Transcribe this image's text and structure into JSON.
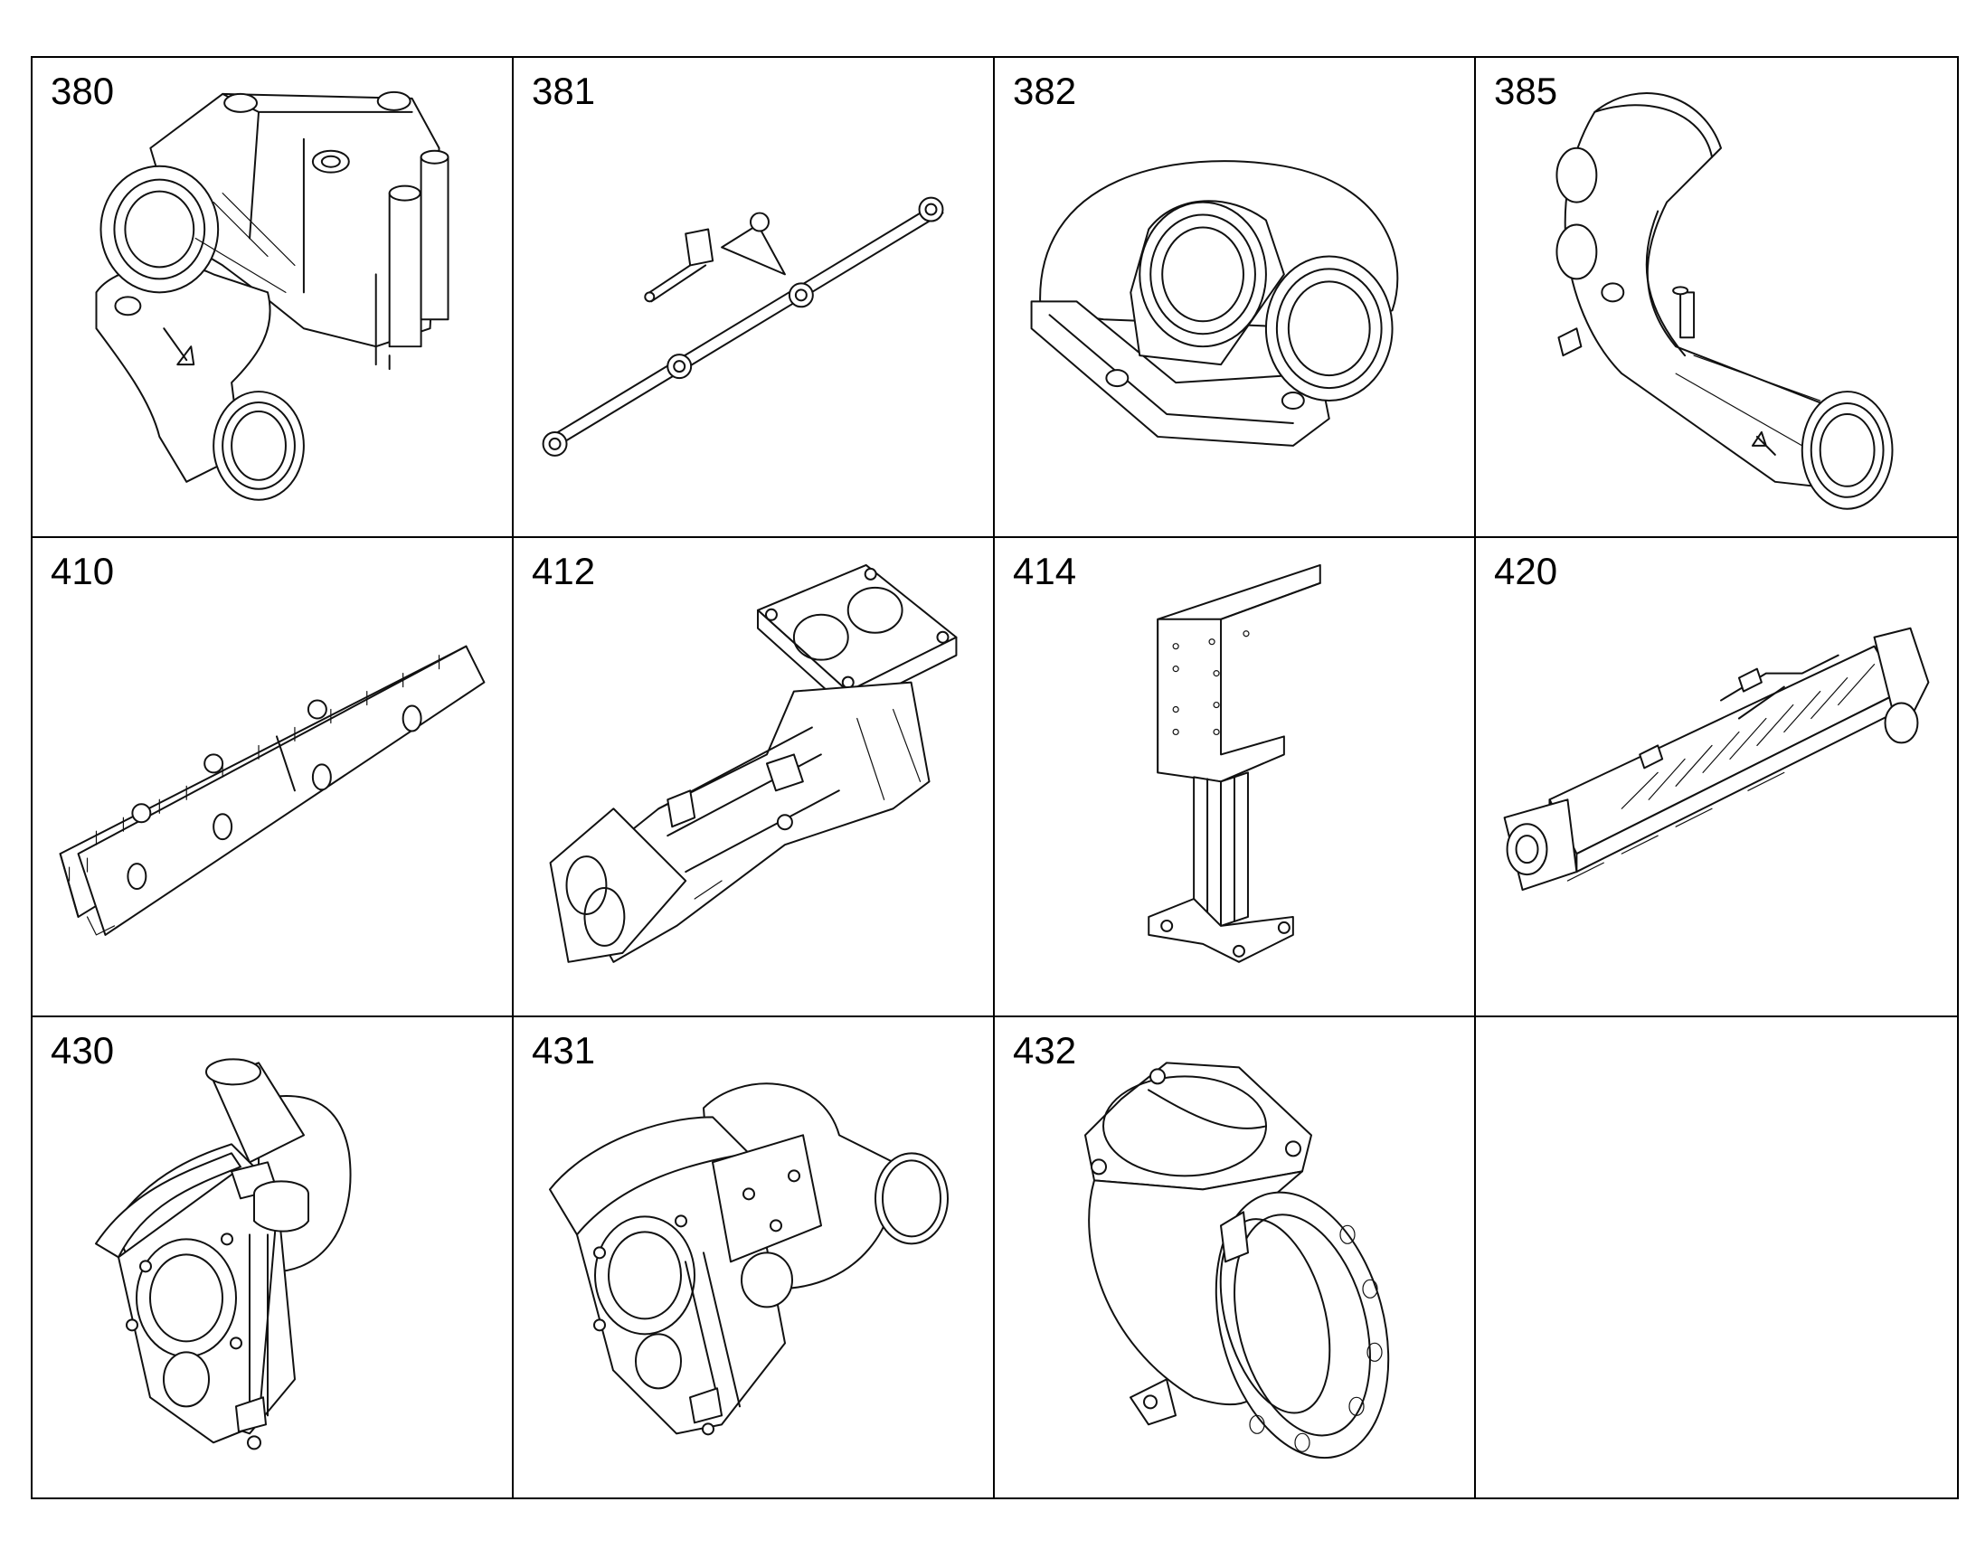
{
  "parts": [
    {
      "number": "380",
      "icon": "housing-with-bent-pipe"
    },
    {
      "number": "381",
      "icon": "banjo-pipe-rod"
    },
    {
      "number": "382",
      "icon": "twin-outlet-elbow"
    },
    {
      "number": "385",
      "icon": "bent-pipe"
    },
    {
      "number": "410",
      "icon": "exhaust-manifold"
    },
    {
      "number": "412",
      "icon": "manifold-with-flange"
    },
    {
      "number": "414",
      "icon": "support-bracket"
    },
    {
      "number": "420",
      "icon": "cooler-assembly"
    },
    {
      "number": "430",
      "icon": "turbocharger"
    },
    {
      "number": "431",
      "icon": "turbocharger-alt"
    },
    {
      "number": "432",
      "icon": "elbow-adapter"
    },
    {
      "number": "",
      "icon": ""
    }
  ]
}
